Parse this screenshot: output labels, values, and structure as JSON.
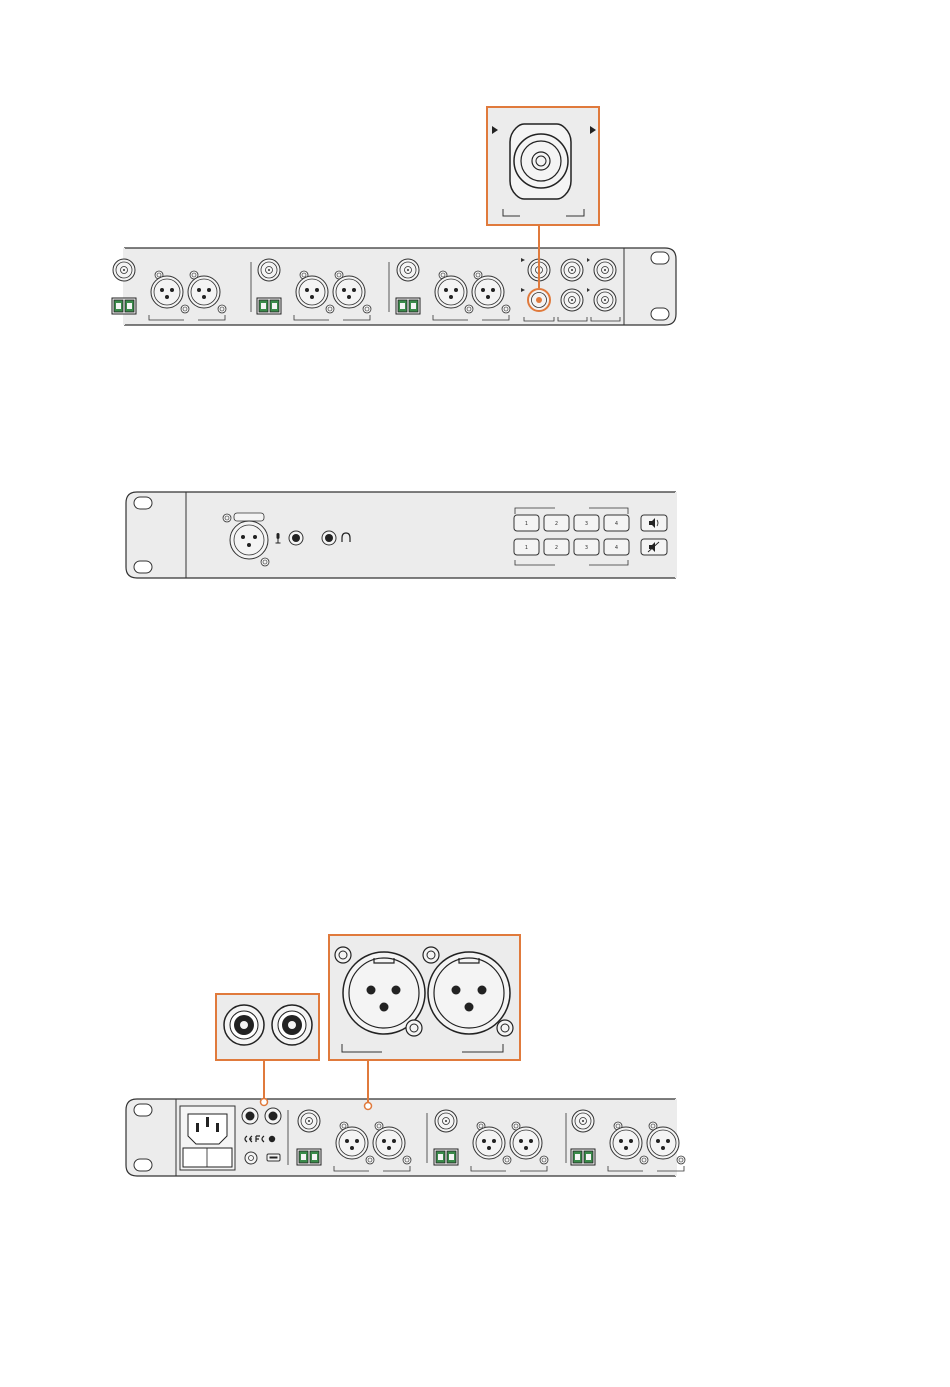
{
  "colors": {
    "callout": "#e07a3c",
    "panel_fill": "#ececec",
    "outline": "#333333",
    "connector_fill": "#f4f4f4",
    "connector_dark": "#1a1a1a",
    "fiber_green": "#3a8a4a"
  },
  "front_panel": {
    "buttons_row1": [
      "1",
      "2",
      "3",
      "4"
    ],
    "buttons_row2": [
      "1",
      "2",
      "3",
      "4"
    ],
    "icons": [
      "microphone-icon",
      "headphones-icon",
      "speaker-icon",
      "mute-icon"
    ]
  },
  "callouts": [
    {
      "name": "bnc-connector-callout",
      "icon": "bnc-connector-icon"
    },
    {
      "name": "rca-jacks-callout",
      "icon": "rca-jack-icon"
    },
    {
      "name": "xlr-connectors-callout",
      "icon": "xlr-connector-icon"
    }
  ]
}
